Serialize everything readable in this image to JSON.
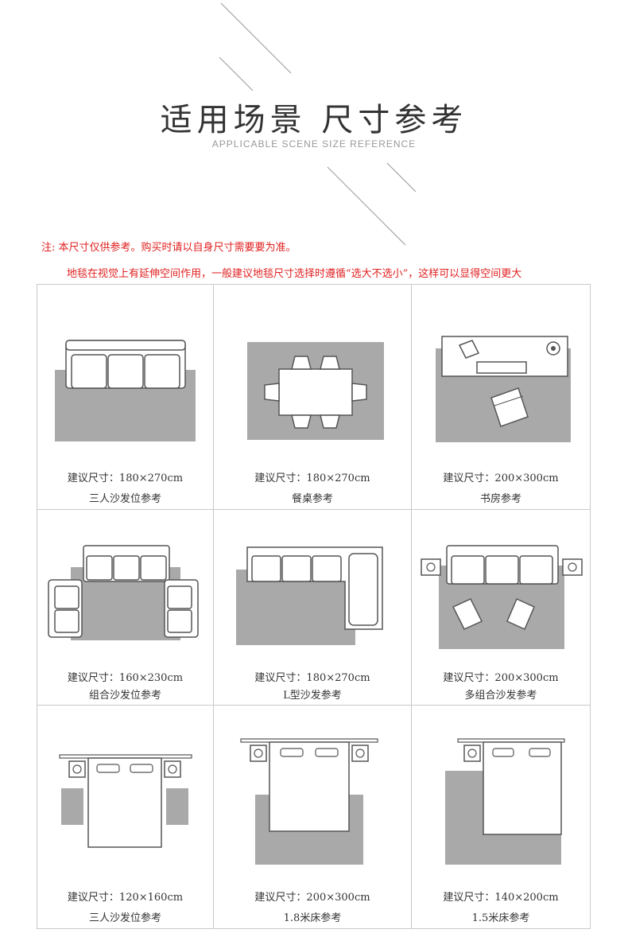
{
  "header": {
    "title": "适用场景 尺寸参考",
    "subtitle": "APPLICABLE SCENE SIZE REFERENCE"
  },
  "notes": {
    "line1": "注: 本尺寸仅供参考。购买时请以自身尺寸需要要为准。",
    "line2": "地毯在视觉上有延伸空间作用，一般建议地毯尺寸选择时遵循“选大不选小”，这样可以显得空间更大"
  },
  "colors": {
    "rug": "#a9a9a9",
    "furniture_fill": "#ffffff",
    "furniture_stroke": "#555555",
    "note_text": "#e02020"
  },
  "scenes": [
    {
      "size": "建议尺寸：180×270cm",
      "desc": "三人沙发位参考",
      "icon": "three-seat-sofa-icon"
    },
    {
      "size": "建议尺寸：180×270cm",
      "desc": "餐桌参考",
      "icon": "dining-table-icon"
    },
    {
      "size": "建议尺寸：200×300cm",
      "desc": "书房参考",
      "icon": "study-desk-icon"
    },
    {
      "size": "建议尺寸：160×230cm",
      "desc": "组合沙发位参考",
      "icon": "combo-sofa-icon"
    },
    {
      "size": "建议尺寸：180×270cm",
      "desc": "L型沙发参考",
      "icon": "l-shaped-sofa-icon"
    },
    {
      "size": "建议尺寸：200×300cm",
      "desc": "多组合沙发参考",
      "icon": "multi-sofa-icon"
    },
    {
      "size": "建议尺寸：120×160cm",
      "desc": "三人沙发位参考",
      "icon": "bed-side-rugs-icon"
    },
    {
      "size": "建议尺寸：200×300cm",
      "desc": "1.8米床参考",
      "icon": "bed-1-8m-icon"
    },
    {
      "size": "建议尺寸：140×200cm",
      "desc": "1.5米床参考",
      "icon": "bed-1-5m-icon"
    }
  ]
}
